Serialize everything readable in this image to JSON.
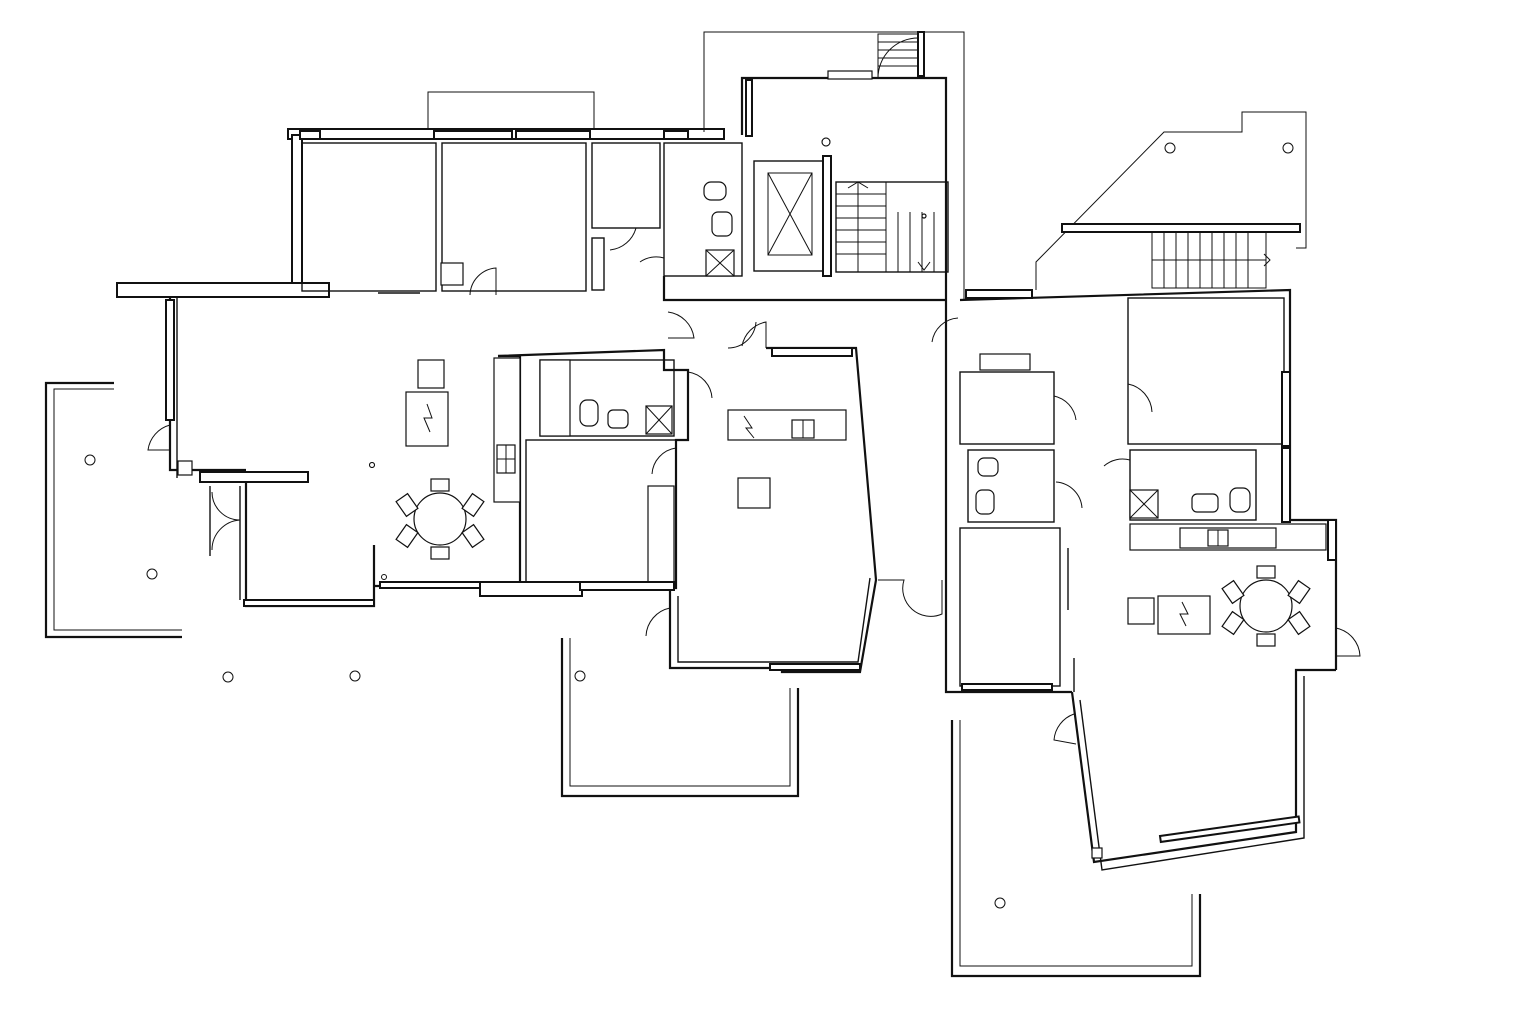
{
  "drawing": {
    "line_color": "#111111",
    "background_color": "#ffffff",
    "units": [
      "unit-west",
      "unit-center",
      "unit-east"
    ],
    "column_count": 10,
    "door_count": 19,
    "window_count": 18,
    "stair_count": 3,
    "dining_table_count": 2,
    "elevator_count": 1
  }
}
